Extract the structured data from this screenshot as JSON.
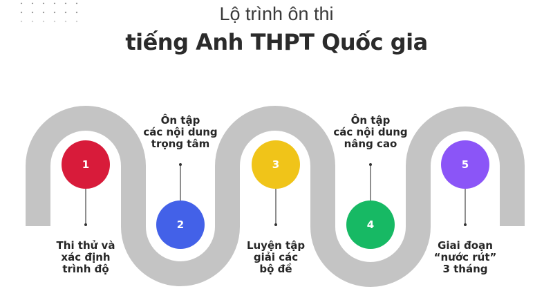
{
  "header": {
    "subtitle": "Lộ trình ôn thi",
    "title": "tiếng Anh THPT Quốc gia"
  },
  "road": {
    "color": "#c4c4c4",
    "width": 36
  },
  "connector_color": "#444444",
  "steps": [
    {
      "number": "1",
      "color": "#d81b3a",
      "label_lines": [
        "Thi thử và",
        "xác định",
        "trình độ"
      ],
      "label_position": "below"
    },
    {
      "number": "2",
      "color": "#4361e8",
      "label_lines": [
        "Ôn tập",
        "các nội dung",
        "trọng tâm"
      ],
      "label_position": "above"
    },
    {
      "number": "3",
      "color": "#f0c419",
      "label_lines": [
        "Luyện tập",
        "giải các",
        "bộ đề"
      ],
      "label_position": "below"
    },
    {
      "number": "4",
      "color": "#17b964",
      "label_lines": [
        "Ôn tập",
        "các nội dung",
        "nâng cao"
      ],
      "label_position": "above"
    },
    {
      "number": "5",
      "color": "#8b55f7",
      "label_lines": [
        "Giai đoạn",
        "“nước rút”",
        "3 tháng"
      ],
      "label_position": "below"
    }
  ]
}
